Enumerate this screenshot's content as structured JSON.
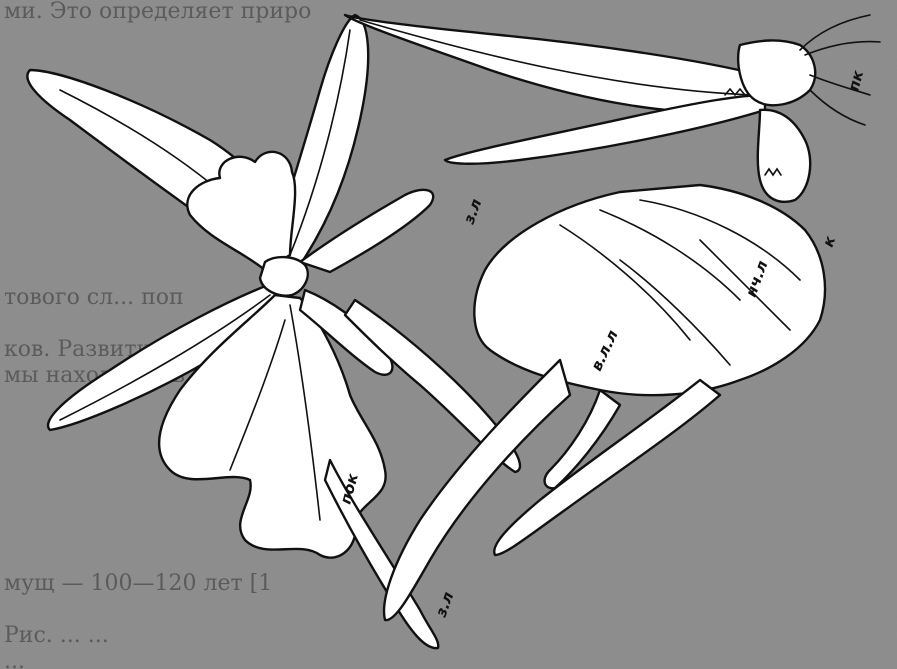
{
  "figure": {
    "labels": {
      "pk": "пк",
      "zl_top": "з.л",
      "nchl": "нч.л",
      "k": "к",
      "vll": "в.л.л",
      "pok": "пок",
      "zl_bottom": "з.л"
    },
    "background_text_lines": [
      "ми. Это определяет приро",
      "",
      "",
      "",
      "",
      "",
      "",
      "",
      "",
      "",
      "",
      "тового сл... поп",
      "",
      "ков. Развитие ... свето",
      "мы находится в прямой",
      "",
      "",
      "",
      "",
      "",
      "",
      "",
      "мущ — 100—120 лет [1",
      "",
      "Рис. ... ...",
      "..."
    ]
  }
}
